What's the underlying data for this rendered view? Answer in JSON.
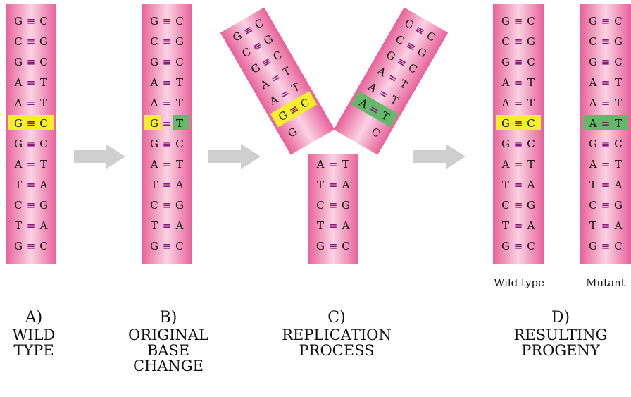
{
  "colors": {
    "strand_mid": "#f07aa8",
    "strand_light": "#f9c4dc",
    "highlight_gc": "#f5ee2a",
    "highlight_at": "#63b86b",
    "bond": "#8b1a7a",
    "arrow": "#cfcfcf"
  },
  "panels": {
    "a": {
      "caption_letter": "A)",
      "caption_lines": [
        "WILD",
        "TYPE"
      ],
      "pairs": [
        {
          "left": "G",
          "bond": "≡",
          "right": "C"
        },
        {
          "left": "C",
          "bond": "≡",
          "right": "G"
        },
        {
          "left": "G",
          "bond": "≡",
          "right": "C"
        },
        {
          "left": "A",
          "bond": "=",
          "right": "T"
        },
        {
          "left": "A",
          "bond": "=",
          "right": "T"
        },
        {
          "left": "G",
          "bond": "≡",
          "right": "C",
          "highlight": "both-yellow"
        },
        {
          "left": "G",
          "bond": "≡",
          "right": "C"
        },
        {
          "left": "A",
          "bond": "=",
          "right": "T"
        },
        {
          "left": "T",
          "bond": "=",
          "right": "A"
        },
        {
          "left": "C",
          "bond": "≡",
          "right": "G"
        },
        {
          "left": "T",
          "bond": "=",
          "right": "A"
        },
        {
          "left": "G",
          "bond": "≡",
          "right": "C"
        }
      ]
    },
    "b": {
      "caption_letter": "B)",
      "caption_lines": [
        "ORIGINAL",
        "BASE",
        "CHANGE"
      ],
      "pairs": [
        {
          "left": "G",
          "bond": "≡",
          "right": "C"
        },
        {
          "left": "C",
          "bond": "≡",
          "right": "G"
        },
        {
          "left": "G",
          "bond": "≡",
          "right": "C"
        },
        {
          "left": "A",
          "bond": "=",
          "right": "T"
        },
        {
          "left": "A",
          "bond": "=",
          "right": "T"
        },
        {
          "left": "G",
          "bond": "=",
          "right": "T",
          "highlight": "split"
        },
        {
          "left": "G",
          "bond": "≡",
          "right": "C"
        },
        {
          "left": "A",
          "bond": "=",
          "right": "T"
        },
        {
          "left": "T",
          "bond": "=",
          "right": "A"
        },
        {
          "left": "C",
          "bond": "≡",
          "right": "G"
        },
        {
          "left": "T",
          "bond": "=",
          "right": "A"
        },
        {
          "left": "G",
          "bond": "≡",
          "right": "C"
        }
      ]
    },
    "c": {
      "caption_letter": "C)",
      "caption_lines": [
        "REPLICATION",
        "PROCESS"
      ],
      "left_arm": [
        {
          "left": "G",
          "bond": "≡",
          "right": "C"
        },
        {
          "left": "C",
          "bond": "≡",
          "right": "G"
        },
        {
          "left": "G",
          "bond": "≡",
          "right": "C"
        },
        {
          "left": "A",
          "bond": "=",
          "right": "T"
        },
        {
          "left": "A",
          "bond": "=",
          "right": "T"
        },
        {
          "left": "G",
          "bond": "≡",
          "right": "C",
          "highlight": "both-yellow"
        }
      ],
      "left_single": "G",
      "right_arm": [
        {
          "left": "G",
          "bond": "≡",
          "right": "C"
        },
        {
          "left": "C",
          "bond": "≡",
          "right": "G"
        },
        {
          "left": "G",
          "bond": "≡",
          "right": "C"
        },
        {
          "left": "A",
          "bond": "=",
          "right": "T"
        },
        {
          "left": "A",
          "bond": "=",
          "right": "T"
        },
        {
          "left": "A",
          "bond": "=",
          "right": "T",
          "highlight": "both-green"
        }
      ],
      "right_single": "C",
      "stem": [
        {
          "left": "A",
          "bond": "=",
          "right": "T"
        },
        {
          "left": "T",
          "bond": "=",
          "right": "A"
        },
        {
          "left": "C",
          "bond": "≡",
          "right": "G"
        },
        {
          "left": "T",
          "bond": "=",
          "right": "A"
        },
        {
          "left": "G",
          "bond": "≡",
          "right": "C"
        }
      ]
    },
    "d": {
      "caption_letter": "D)",
      "caption_lines": [
        "RESULTING",
        "PROGENY"
      ],
      "wild_label": "Wild type",
      "mutant_label": "Mutant",
      "wild_pairs": [
        {
          "left": "G",
          "bond": "≡",
          "right": "C"
        },
        {
          "left": "C",
          "bond": "≡",
          "right": "G"
        },
        {
          "left": "G",
          "bond": "≡",
          "right": "C"
        },
        {
          "left": "A",
          "bond": "=",
          "right": "T"
        },
        {
          "left": "A",
          "bond": "=",
          "right": "T"
        },
        {
          "left": "G",
          "bond": "≡",
          "right": "C",
          "highlight": "both-yellow"
        },
        {
          "left": "G",
          "bond": "≡",
          "right": "C"
        },
        {
          "left": "A",
          "bond": "=",
          "right": "T"
        },
        {
          "left": "T",
          "bond": "=",
          "right": "A"
        },
        {
          "left": "C",
          "bond": "≡",
          "right": "G"
        },
        {
          "left": "T",
          "bond": "=",
          "right": "A"
        },
        {
          "left": "G",
          "bond": "≡",
          "right": "C"
        }
      ],
      "mutant_pairs": [
        {
          "left": "G",
          "bond": "≡",
          "right": "C"
        },
        {
          "left": "C",
          "bond": "≡",
          "right": "G"
        },
        {
          "left": "G",
          "bond": "≡",
          "right": "C"
        },
        {
          "left": "A",
          "bond": "=",
          "right": "T"
        },
        {
          "left": "A",
          "bond": "=",
          "right": "T"
        },
        {
          "left": "A",
          "bond": "=",
          "right": "T",
          "highlight": "both-green"
        },
        {
          "left": "G",
          "bond": "≡",
          "right": "C"
        },
        {
          "left": "A",
          "bond": "=",
          "right": "T"
        },
        {
          "left": "T",
          "bond": "=",
          "right": "A"
        },
        {
          "left": "C",
          "bond": "≡",
          "right": "G"
        },
        {
          "left": "T",
          "bond": "=",
          "right": "A"
        },
        {
          "left": "G",
          "bond": "≡",
          "right": "C"
        }
      ]
    }
  },
  "arrows": [
    "arrow-a-b",
    "arrow-b-c",
    "arrow-c-d"
  ]
}
